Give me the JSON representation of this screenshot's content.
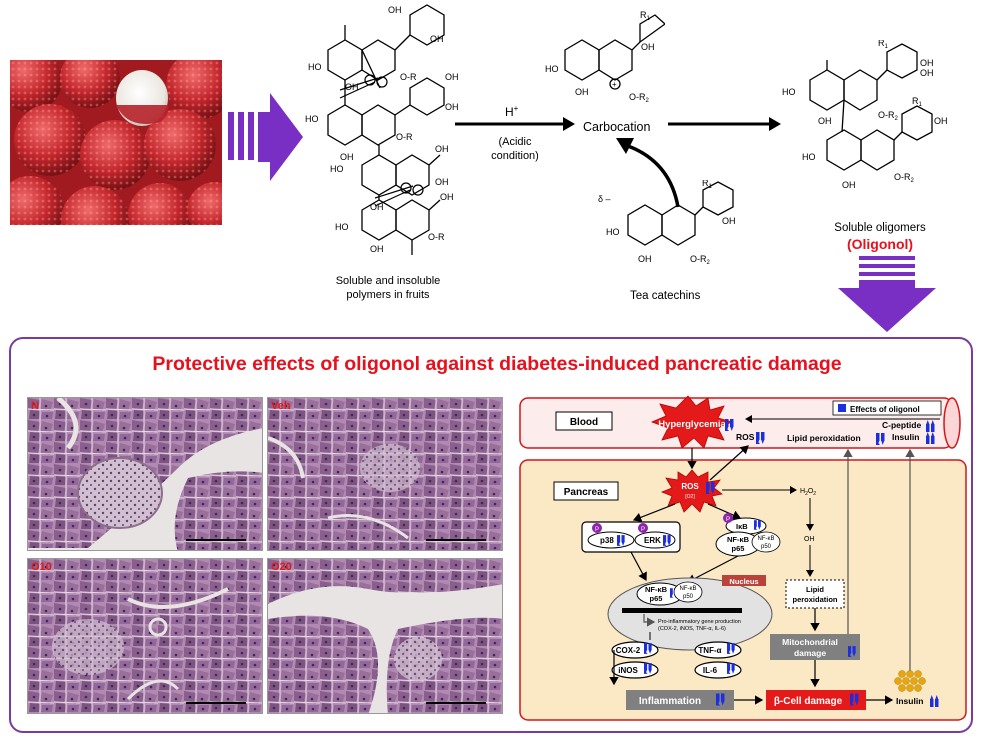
{
  "top": {
    "polymers_caption_line1": "Soluble and insoluble",
    "polymers_caption_line2": "polymers in fruits",
    "acid_label": "H",
    "acid_sup": "+",
    "acid_condition_line1": "(Acidic",
    "acid_condition_line2": "condition)",
    "carbocation_label": "Carbocation",
    "tea_catechins_label": "Tea catechins",
    "delta_label": "δ –",
    "oligomers_caption": "Soluble oligomers",
    "oligonol_label": "(Oligonol)",
    "chem": {
      "oh": "OH",
      "ho": "HO",
      "or": "O-R",
      "or2": "O-R",
      "r2_sub": "2",
      "r1": "R",
      "r1_sub": "1",
      "o": "O",
      "plus": "+"
    }
  },
  "main_title": "Protective effects of oligonol against diabetes-induced pancreatic damage",
  "histology": {
    "panels": [
      {
        "label": "N"
      },
      {
        "label": "Veh"
      },
      {
        "label": "O10"
      },
      {
        "label": "O20"
      }
    ]
  },
  "pathway": {
    "blood_label": "Blood",
    "legend_text": "Effects of oligonol",
    "hyperglycemia": "Hyperglycemia",
    "ros_top": "ROS",
    "lipid_peroxidation_blood": "Lipid peroxidation",
    "c_peptide": "C-peptide",
    "insulin_blood": "Insulin",
    "pancreas_label": "Pancreas",
    "ros_center": "ROS",
    "ros_sub": "[O",
    "ros_sub2": "2",
    "ros_sub3": "]",
    "h2o2": "H",
    "h2o2_sub": "2",
    "h2o2_o": "O",
    "oh_radical": "OH",
    "p_badge": "P",
    "p38": "p38",
    "erk": "ERK",
    "ikb": "IκB",
    "nfkb": "NF-κB",
    "p65": "p65",
    "p50": "p50",
    "nucleus": "Nucleus",
    "gene_production_line1": "Pro-inflammatory gene production",
    "gene_production_line2": "(COX-2, iNOS, TNF-α, IL-6)",
    "lipid_perox_box_line1": "Lipid",
    "lipid_perox_box_line2": "peroxidation",
    "cox2": "COX-2",
    "inos": "iNOS",
    "tnfa": "TNF-α",
    "il6": "IL-6",
    "mito_line1": "Mitochondrial",
    "mito_line2": "damage",
    "inflammation": "Inflammation",
    "beta_cell": "β-Cell damage",
    "insulin_bottom": "Insulin"
  },
  "colors": {
    "title_red": "#e8101c",
    "purple": "#7a2fc4",
    "frame_purple": "#7a3b9a",
    "pancreas_bg": "#fbe8c4",
    "blood_bg": "#fdecec",
    "blood_border": "#d4151b",
    "down_arrow_blue": "#1b2fe0",
    "gray_box": "#808080",
    "beta_red": "#e41a1a",
    "insulin_gold": "#e5a60f"
  }
}
